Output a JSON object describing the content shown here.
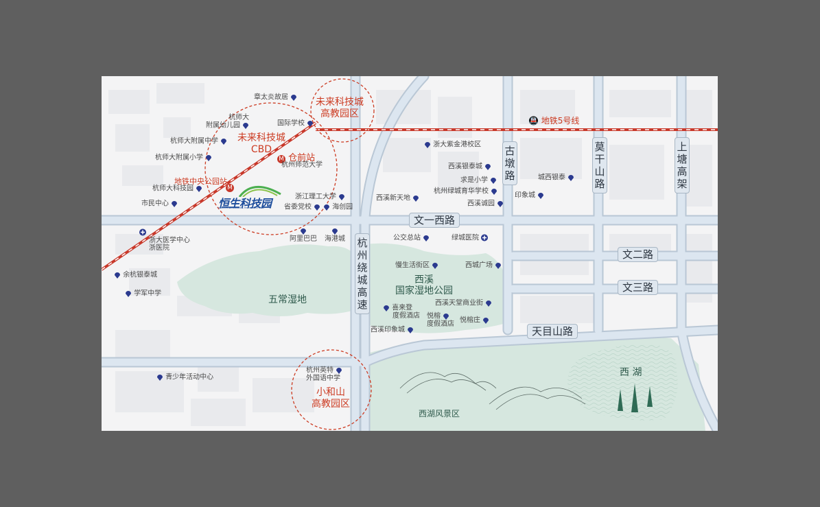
{
  "map": {
    "background": "#f4f4f5",
    "colors": {
      "road": "#dce6f0",
      "road_edge": "#b9c7d5",
      "wetland": "#d6e7df",
      "metro": "#c8392b",
      "circle": "#cc3b22",
      "pin": "#2b3a8f"
    }
  },
  "roads": {
    "wenyi_west": "文一西路",
    "wener": "文二路",
    "wensan": "文三路",
    "tianmushan": "天目山路",
    "hangzhou_ring": "杭州绕城高速",
    "gudun": "古墩路",
    "moganshan": "莫干山路",
    "shangtanggao": "上塘高架"
  },
  "circles": {
    "future_tech_edu": [
      "未来科技城",
      "高教园区"
    ],
    "future_tech_cbd": [
      "未来科技城",
      "CBD"
    ],
    "xiaoheshan_edu": [
      "小和山",
      "高教园区"
    ]
  },
  "metro": {
    "line5": "地铁5号线",
    "cangqian": "仓前站",
    "central_park": "地铁中央公园站"
  },
  "logo": {
    "name": "恒生科技园",
    "subtitle": "HANGSHENG SCIENCE & TECHNOLOGY PARK"
  },
  "areas": {
    "wuchang": "五常湿地",
    "xixi": [
      "西溪",
      "国家湿地公园"
    ],
    "xihu": "西  湖",
    "xihu_scenic": "西湖风景区"
  },
  "pois": {
    "zhangtaiyan": "章太炎故居",
    "hangshi_kindergarten": [
      "杭师大",
      "附属幼儿园"
    ],
    "guoji_school": "国际学校",
    "hangshi_fushu_middle": "杭师大附属中学",
    "hangshi_fushu_primary": "杭师大附属小学",
    "hangzhou_normal": "杭州师范大学",
    "hangshi_tech_park": "杭师大科技园",
    "shimin_center": "市民中心",
    "zhejiang_tech": "浙江理工大学",
    "party_school": "省委党校",
    "haichuang": "海创园",
    "zheda_zijingang": "浙大紫金港校区",
    "xixi_yintai": "西溪银泰城",
    "qiushi_primary": "求是小学",
    "lvcheng_yuhua": "杭州绿城育华学校",
    "xixi_xintiandi": "西溪新天地",
    "xixi_chengyuan": "西溪诚园",
    "yinxiang_city": "印象城",
    "chengxi_yintai": "城西银泰",
    "alibaba": "阿里巴巴",
    "haigang": "海港城",
    "zheda_medical": [
      "浙大医学中心",
      "浙医院"
    ],
    "yuhang_yintai": "余杭银泰城",
    "xuejun": "学军中学",
    "gongjiao": "公交总站",
    "lvcheng_hospital": "绿城医院",
    "mansheng": "慢生活街区",
    "xicheng_square": "西城广场",
    "xixi_tiantang": "西溪天堂商业街",
    "xilai_hotel": [
      "喜来登",
      "度假酒店"
    ],
    "yuerong_hotel": [
      "悦榕",
      "度假酒店"
    ],
    "yuerong_village": "悦榕庄",
    "xixi_yinxiang": "西溪印象城",
    "waiguoyu": [
      "杭州英特",
      "外国语中学"
    ],
    "youth_center": "青少年活动中心"
  }
}
